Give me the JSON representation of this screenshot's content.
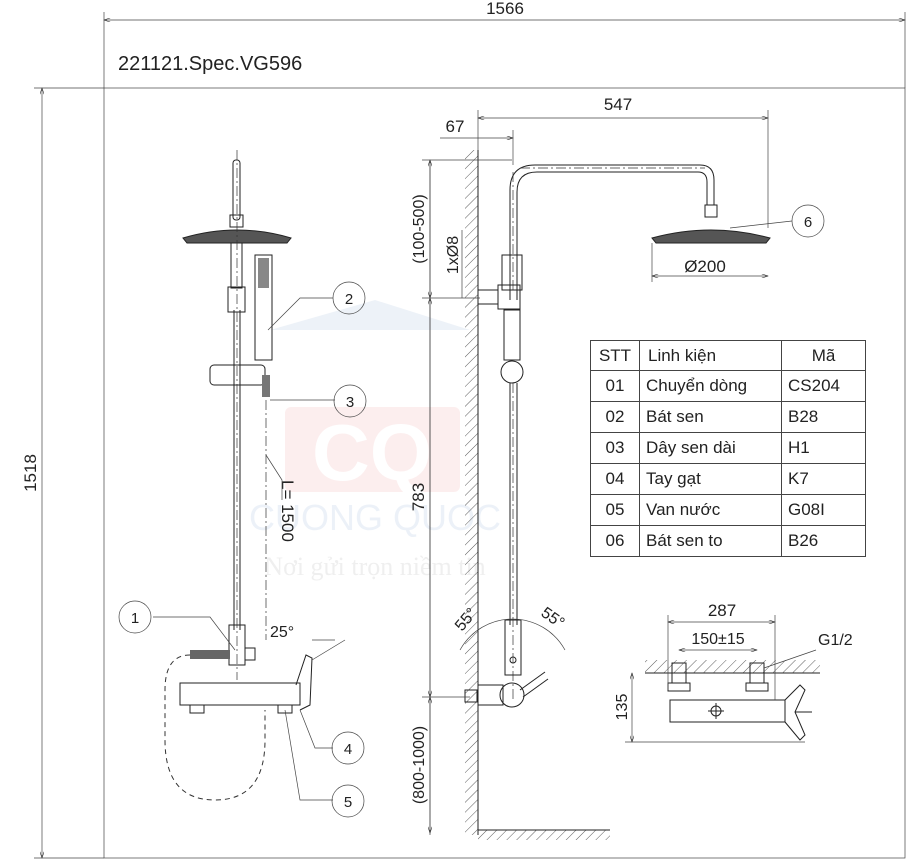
{
  "title": "221121.Spec.VG596",
  "dimensions": {
    "overall_width": "1566",
    "overall_height": "1518",
    "arm_length": "547",
    "wall_offset": "67",
    "top_range": "(100-500)",
    "pole_height": "783",
    "bottom_range": "(800-1000)",
    "inlet": "1xØ8",
    "head_diameter": "Ø200",
    "hose_length": "L= 1500",
    "lever_angle": "25°",
    "swing_left": "55°",
    "swing_right": "55°",
    "valve_width": "287",
    "inlet_spacing": "150±15",
    "thread": "G1/2",
    "valve_depth": "135"
  },
  "callouts": [
    "1",
    "2",
    "3",
    "4",
    "5",
    "6"
  ],
  "table": {
    "headers": [
      "STT",
      "Linh kiện",
      "Mã"
    ],
    "rows": [
      [
        "01",
        "Chuyển dòng",
        "CS204"
      ],
      [
        "02",
        "Bát sen",
        "B28"
      ],
      [
        "03",
        "Dây sen dài",
        "H1"
      ],
      [
        "04",
        "Tay gạt",
        "K7"
      ],
      [
        "05",
        "Van nước",
        "G08I"
      ],
      [
        "06",
        "Bát sen to",
        "B26"
      ]
    ]
  },
  "watermark": {
    "logo": "CQ",
    "brand": "CUONG QUOC",
    "slogan": "Nơi gửi trọn niềm tin"
  }
}
